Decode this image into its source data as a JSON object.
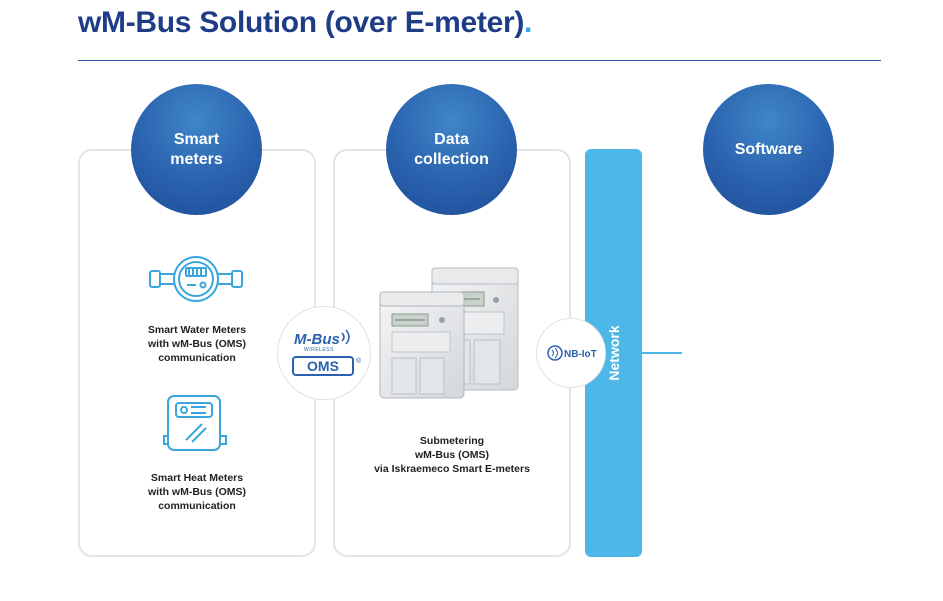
{
  "title": {
    "text": "wM-Bus Solution (over E-meter)",
    "dot": "."
  },
  "columns": {
    "smart_meters": {
      "line1": "Smart",
      "line2": "meters"
    },
    "data_collection": {
      "line1": "Data",
      "line2": "collection"
    },
    "software": {
      "label": "Software"
    }
  },
  "network": {
    "label": "Network"
  },
  "devices": {
    "water": {
      "line1": "Smart Water Meters",
      "line2": "with wM-Bus (OMS)",
      "line3": "communication"
    },
    "heat": {
      "line1": "Smart Heat Meters",
      "line2": "with wM-Bus (OMS)",
      "line3": "communication"
    },
    "submetering": {
      "line1": "Submetering",
      "line2": "wM-Bus (OMS)",
      "line3": "via Iskraemeco Smart E-meters"
    }
  },
  "badges": {
    "mbus": "M-Bus",
    "mbus_sub": "WIRELESS",
    "oms": "OMS",
    "registered": "®",
    "nbiot": "NB-IoT"
  },
  "colors": {
    "title": "#1f3d87",
    "accent": "#2fa8e0",
    "circle": "#2a62ae",
    "network": "#4db7e7",
    "icon": "#3aa6dd"
  }
}
